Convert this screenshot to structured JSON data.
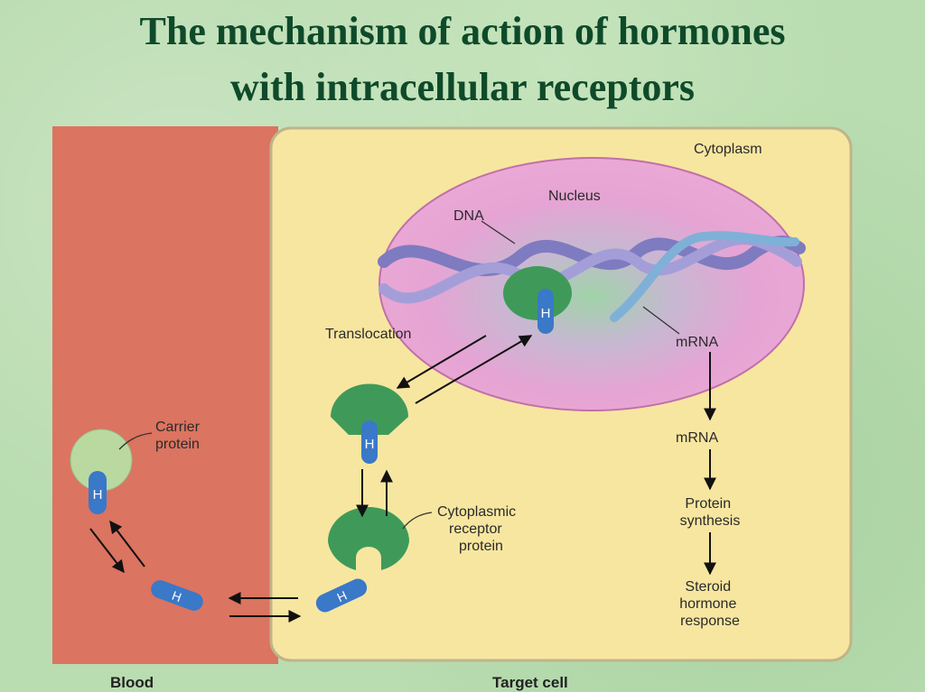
{
  "title": {
    "line1": "The mechanism of action of hormones",
    "line2": "with intracellular receptors"
  },
  "labels": {
    "cytoplasm": "Cytoplasm",
    "nucleus": "Nucleus",
    "dna": "DNA",
    "translocation": "Translocation",
    "mrna_nucleus": "mRNA",
    "mrna_cytoplasm": "mRNA",
    "carrier_protein": [
      "Carrier",
      "protein"
    ],
    "cytoplasmic_receptor": [
      "Cytoplasmic",
      "receptor",
      "protein"
    ],
    "protein_synthesis": [
      "Protein",
      "synthesis"
    ],
    "steroid_response": [
      "Steroid",
      "hormone",
      "response"
    ],
    "hormone_symbol": "H",
    "blood": "Blood",
    "target_cell": "Target cell"
  },
  "colors": {
    "blood": "#e07a66",
    "cell": "#f7e6a0",
    "nucleus": "#e9a0d0",
    "receptor": "#3f9a5a",
    "hormone": "#3a78c8",
    "dna": "#8a86c8",
    "title": "#0e4a2a"
  }
}
